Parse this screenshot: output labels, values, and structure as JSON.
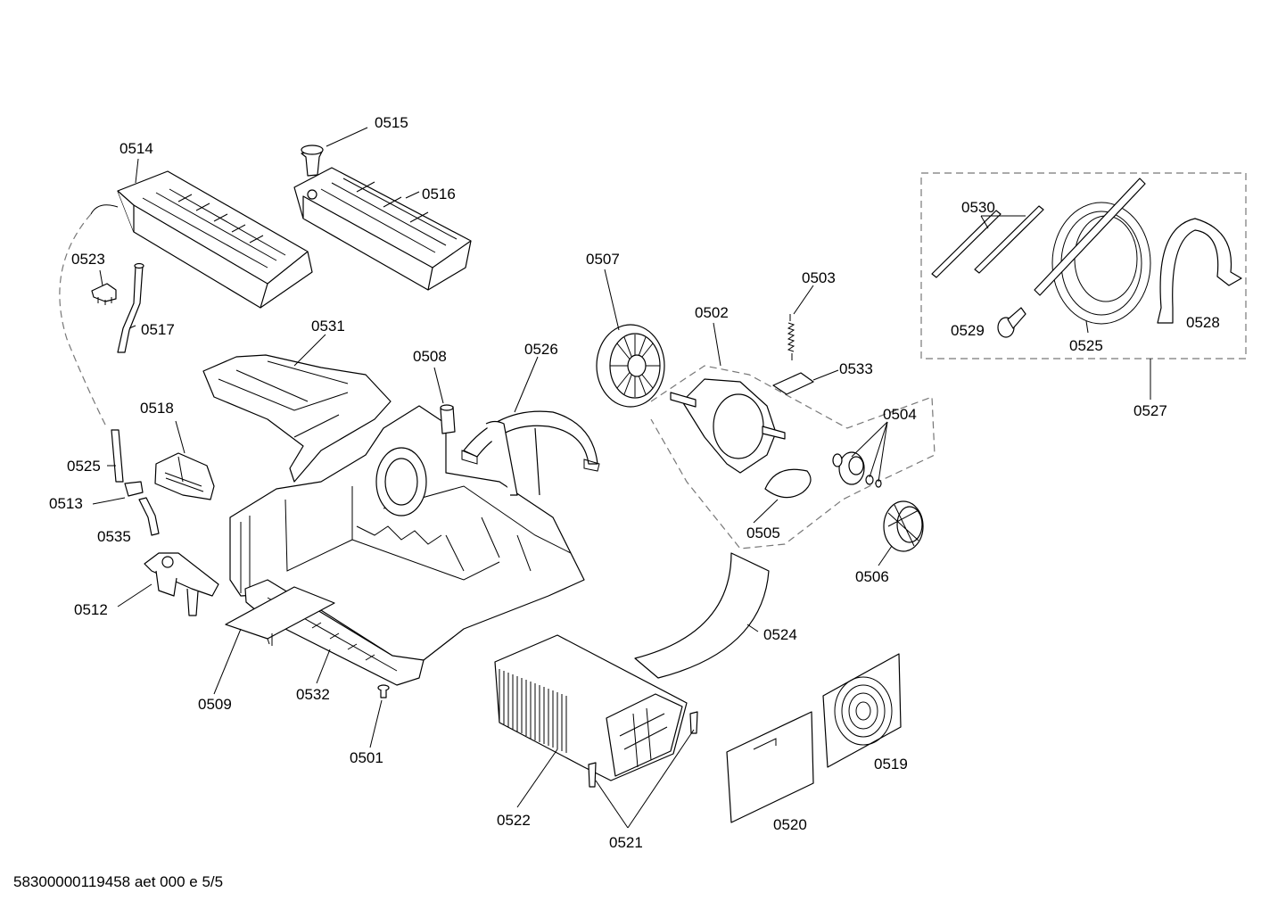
{
  "labels": {
    "p0501": "0501",
    "p0502": "0502",
    "p0503": "0503",
    "p0504": "0504",
    "p0505": "0505",
    "p0506": "0506",
    "p0507": "0507",
    "p0508": "0508",
    "p0509": "0509",
    "p0512": "0512",
    "p0513": "0513",
    "p0514": "0514",
    "p0515": "0515",
    "p0516": "0516",
    "p0517": "0517",
    "p0518": "0518",
    "p0519": "0519",
    "p0520": "0520",
    "p0521": "0521",
    "p0522": "0522",
    "p0523": "0523",
    "p0524": "0524",
    "p0525a": "0525",
    "p0525b": "0525",
    "p0526": "0526",
    "p0527": "0527",
    "p0528": "0528",
    "p0529": "0529",
    "p0530": "0530",
    "p0531": "0531",
    "p0532": "0532",
    "p0533": "0533",
    "p0535": "0535"
  },
  "footer": "58300000119458 aet 000 e 5/5"
}
